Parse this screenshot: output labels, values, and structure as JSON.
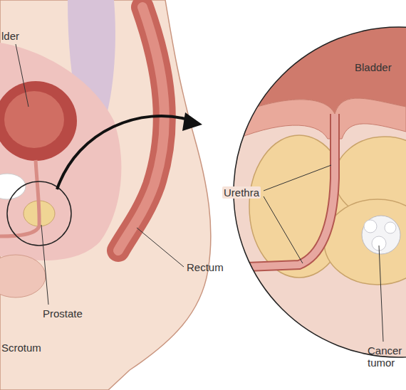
{
  "diagram": {
    "labels": [
      "lder",
      "Bladder",
      "Urethra",
      "Rectum",
      "Prostate",
      "Cancer tumor",
      "Scrotum"
    ]
  }
}
